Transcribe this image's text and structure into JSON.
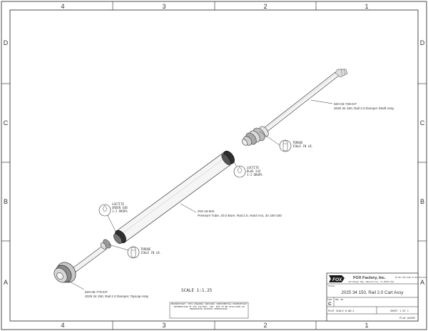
{
  "zones": {
    "columns": [
      "4",
      "3",
      "2",
      "1"
    ],
    "rows": [
      "D",
      "C",
      "B",
      "A"
    ]
  },
  "callouts": {
    "shaft_pn": "820-03-739-KIT",
    "shaft_desc": "2025 34 150, Rail 2.0 Damper Shaft Assy",
    "tube_pn": "204-16-502",
    "tube_desc": "Pressure Tube, 20.0 Bore, Rail 2.0, Hard Ano, 34 100-150",
    "topcap_pn": "820-05-776-KIT",
    "topcap_desc": "2025 34 150, Rail 2.0 Damper, Topcap Assy"
  },
  "notes": {
    "torque_label": "TORQUE",
    "torque_value": "150±5 IN LB.",
    "loctite_label_1": "LOCTITE",
    "loctite_color_1": "BLUE 243",
    "loctite_drops_1": "1-2 DROPS",
    "loctite_label_2": "LOCTITE",
    "loctite_color_2": "GREEN 638",
    "loctite_drops_2": "1-2 DROPS"
  },
  "scale": "SCALE 1:1.25",
  "proprietary_notice": "PROPRIETARY: THIS DRAWING CONTAINS CONFIDENTIAL PROPRIETARY INFORMATION OF FOX FACTORY, INC. NOT TO BE DISCLOSED OR REPRODUCED WITHOUT PERMISSION.",
  "title_block": {
    "logo_text": "FOX",
    "company": "FOX Factory, Inc.",
    "address": "130 Hangar Way, Watsonville, CA 95076 USA",
    "phone": "PH 831-768-1100 FX 831-768-9312",
    "title_label": "TITLE",
    "title": "2025 34 150, Rail 2.0 Cart Assy",
    "size_label": "SIZE",
    "dwg_no_label": "DWG. NO.",
    "size": "C",
    "plot_scale": "PLOT SCALE 0.80:1",
    "sheet": "SHEET 1 OF 1",
    "software": "ProE ASSEM"
  }
}
